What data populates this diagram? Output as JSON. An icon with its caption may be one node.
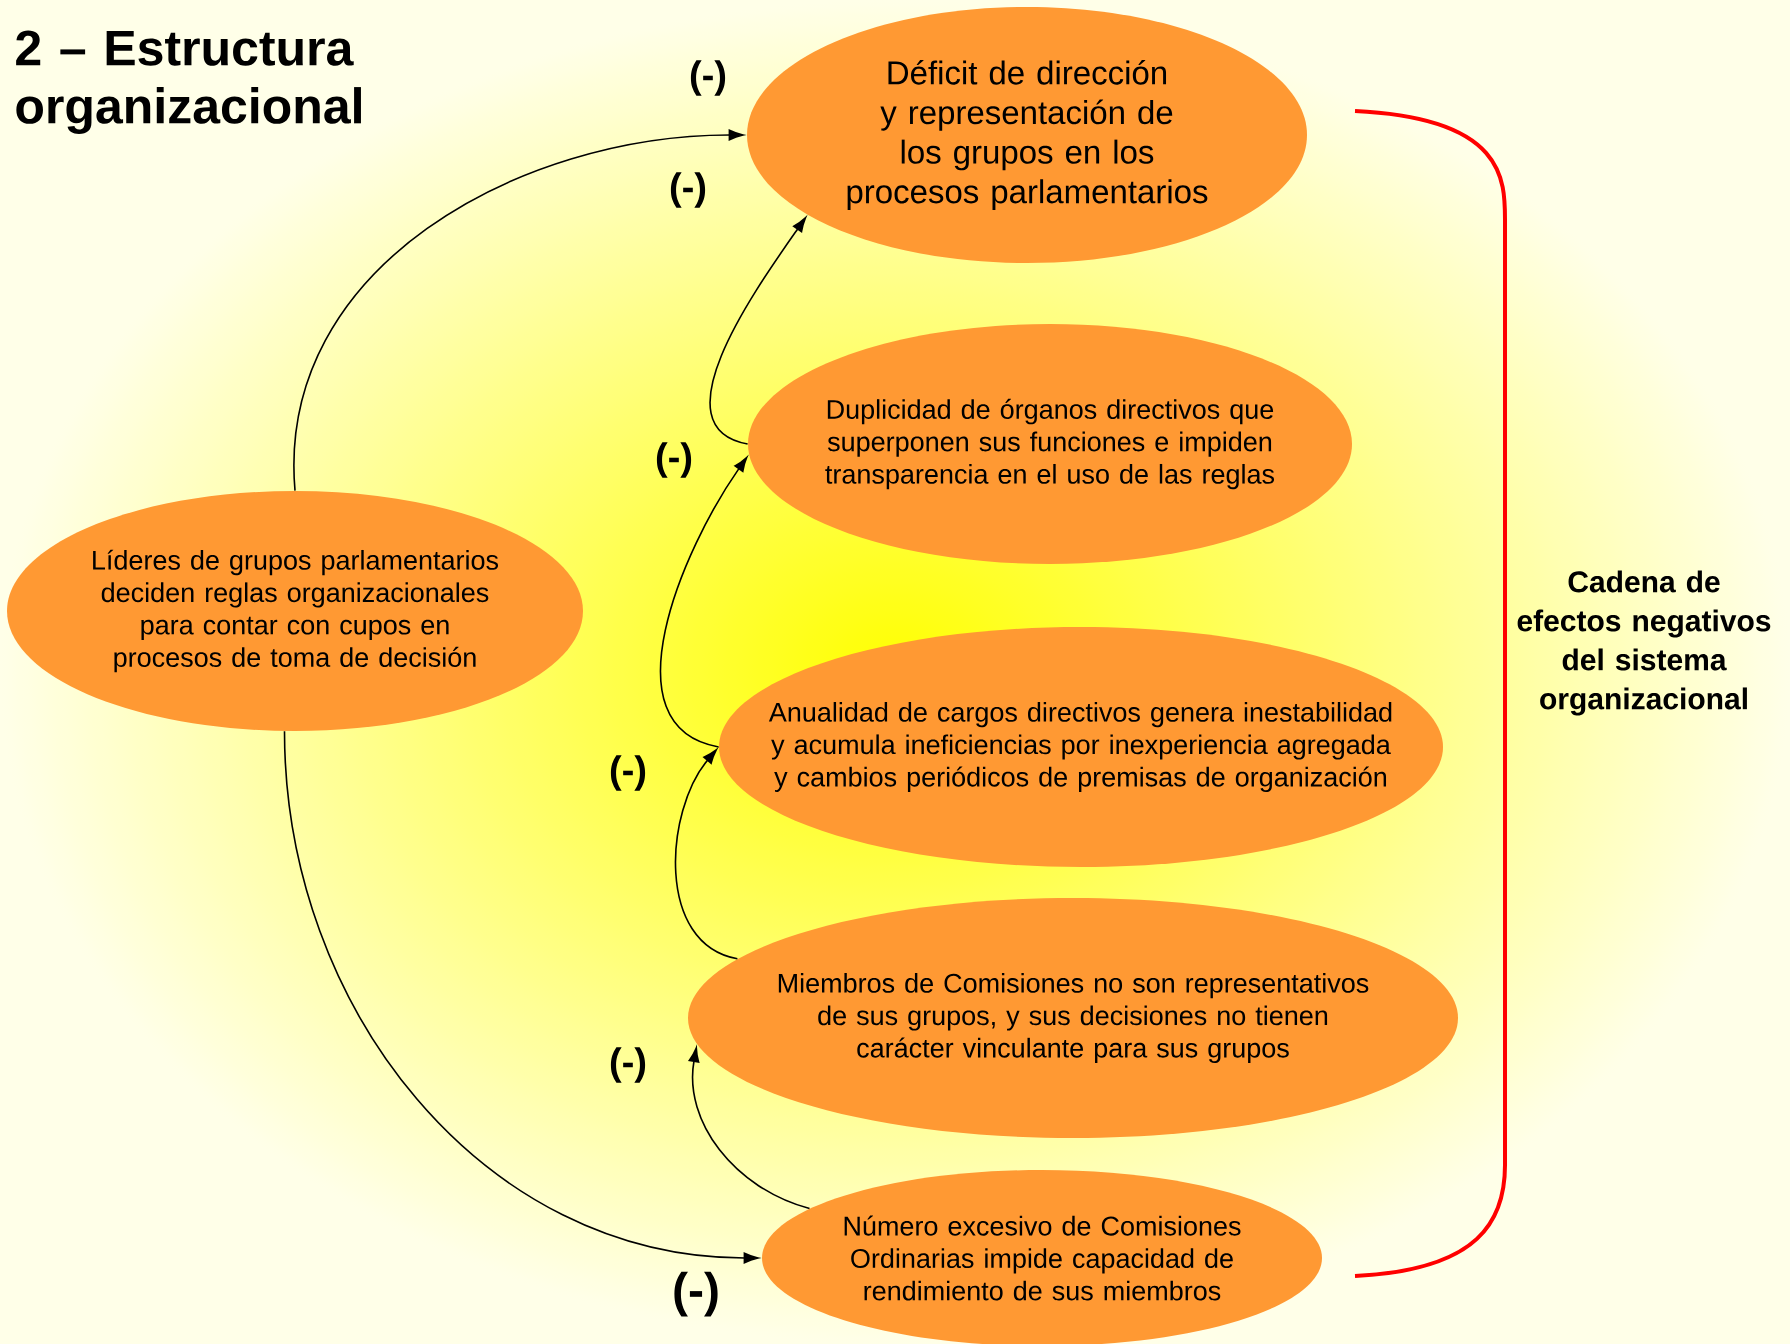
{
  "diagram": {
    "title": "2 – Estructura organizacional",
    "nodes": [
      {
        "text": [
          "Líderes de grupos parlamentarios deciden reglas organizacionales para contar con cupos en procesos de toma de decisión"
        ]
      },
      {
        "text": [
          "Déficit de dirección y representación de los grupos en los procesos parlamentarios"
        ]
      },
      {
        "text": [
          "Duplicidad de órganos directivos que superponen sus funciones e impiden transparencia en el uso de las reglas"
        ]
      },
      {
        "text": [
          "Anualidad de cargos directivos genera inestabilidad y acumula ineficiencias por inexperiencia agregada y cambios periódicos de premisas de organización"
        ]
      },
      {
        "text": [
          "Miembros de Comisiones no son representativos de sus grupos, y sus decisiones no tienen carácter vinculante para sus grupos"
        ]
      },
      {
        "text": [
          "Número excesivo de Comisiones Ordinarias impide capacidad de rendimiento de sus miembros"
        ]
      }
    ],
    "edges": [
      {
        "from": 0,
        "to": 1,
        "arrow": "to",
        "label": "(-)"
      },
      {
        "from": 2,
        "to": 1,
        "arrow": "to",
        "label": "(-)"
      },
      {
        "from": 3,
        "to": 2,
        "arrow": "to",
        "label": "(-)"
      },
      {
        "from": 4,
        "to": 3,
        "arrow": "to",
        "label": "(-)"
      },
      {
        "from": 5,
        "to": 4,
        "arrow": "to",
        "label": "(-)"
      },
      {
        "from": 0,
        "to": 5,
        "arrow": "to",
        "label": "(-)"
      }
    ],
    "labels": [
      "Cadena de efectos negativos del sistema organizacional"
    ]
  }
}
